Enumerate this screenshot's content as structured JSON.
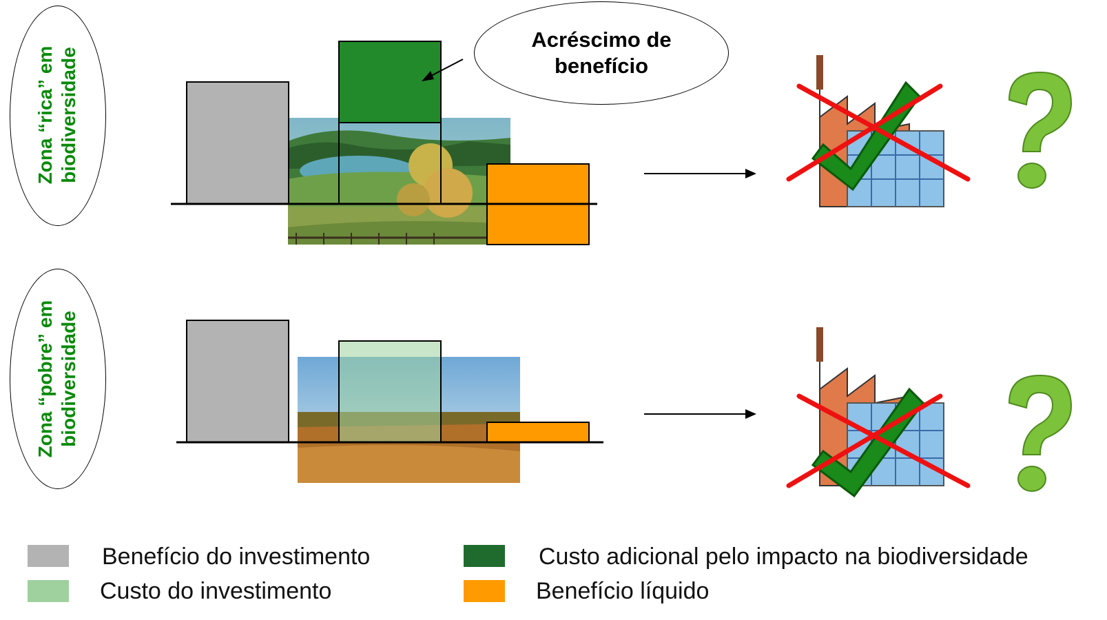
{
  "zones": [
    {
      "label_line1": "Zona “rica” em",
      "label_line2": "biodiversidade"
    },
    {
      "label_line1": "Zona “pobre” em",
      "label_line2": "biodiversidade"
    }
  ],
  "callout": {
    "text": "Acréscimo de benefício"
  },
  "legend": [
    {
      "label": "Benefício do investimento",
      "color": "#b3b3b3"
    },
    {
      "label": "Custo do investimento",
      "color": "#9fd19f"
    },
    {
      "label": "Custo adicional pelo impacto na biodiversidade",
      "color": "#1f6b2e"
    },
    {
      "label": "Benefício líquido",
      "color": "#ff9a00"
    }
  ],
  "icons": [
    "factory-icon",
    "crossed-out-icon",
    "checkmark-icon",
    "question-mark-icon"
  ]
}
